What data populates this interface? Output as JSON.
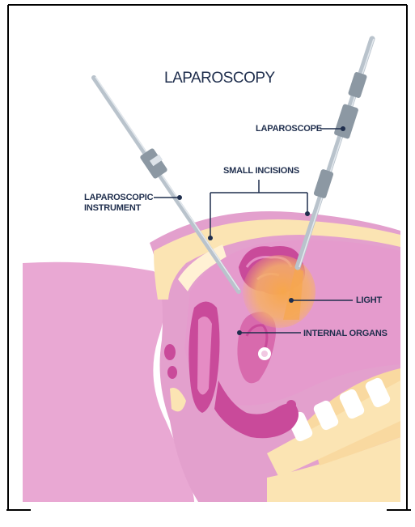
{
  "title": "LAPAROSCOPY",
  "labels": {
    "instrument_line1": "LAPAROSCOPIC",
    "instrument_line2": "INSTRUMENT",
    "laparoscope": "LAPAROSCOPE",
    "small_incisions": "SMALL INCISIONS",
    "light": "LIGHT",
    "internal_organs": "INTERNAL ORGANS"
  },
  "colors": {
    "label_text": "#1f2e4d",
    "body_pink": "#e6a3cf",
    "body_pink_dark": "#d68bbd",
    "fat_layer": "#fbe4b3",
    "organ_magenta": "#c94a9a",
    "organ_light": "#e58cc4",
    "light_orange": "#f7a64b",
    "instrument_gray": "#b9c3cc",
    "leader_line": "#1f2e4d"
  }
}
